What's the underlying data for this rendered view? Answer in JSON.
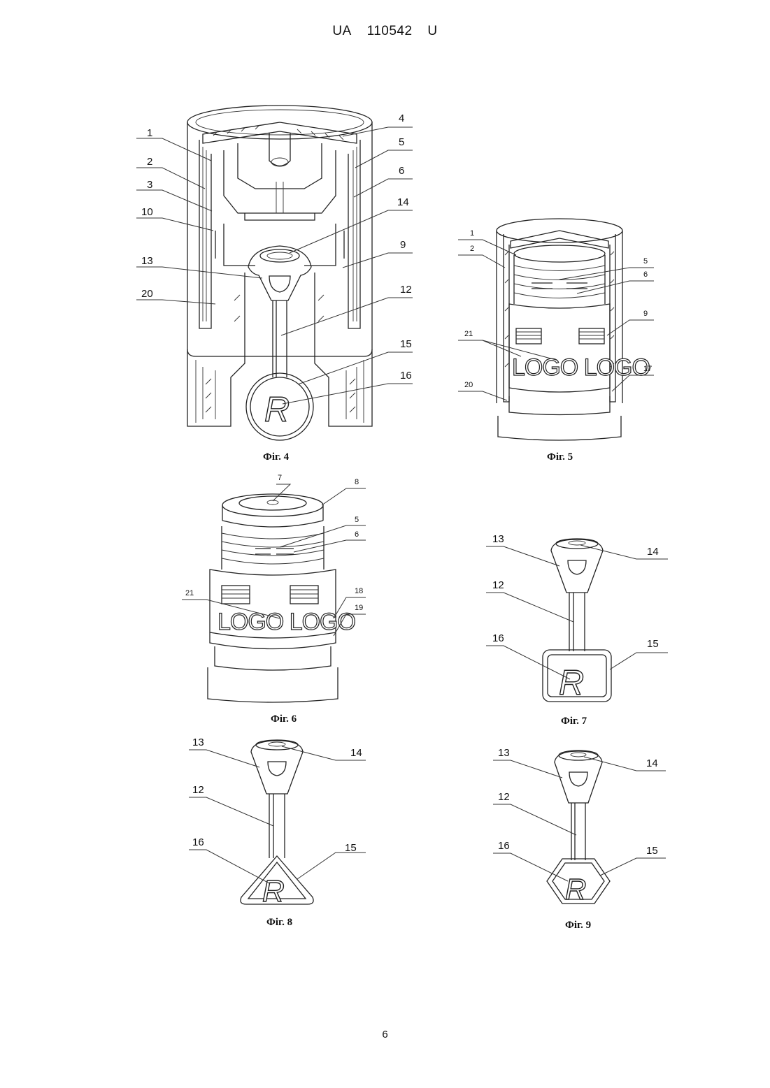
{
  "header": {
    "office": "UA",
    "number": "110542",
    "kind": "U"
  },
  "page_number": "6",
  "figures": {
    "fig4": {
      "caption": "Фiг. 4",
      "left_labels": [
        "1",
        "2",
        "3",
        "10",
        "13",
        "20"
      ],
      "right_labels": [
        "4",
        "5",
        "6",
        "14",
        "9",
        "12",
        "15",
        "16"
      ],
      "emblem": "R"
    },
    "fig5": {
      "caption": "Фiг. 5",
      "left_labels": [
        "1",
        "2",
        "21",
        "20"
      ],
      "right_labels": [
        "5",
        "6",
        "9",
        "17"
      ],
      "logo_text": "LOGO LOGO"
    },
    "fig6": {
      "caption": "Фiг. 6",
      "labels": [
        "7",
        "8",
        "5",
        "6",
        "21",
        "18",
        "19"
      ],
      "logo_text": "LOGO LOGO"
    },
    "fig7": {
      "caption": "Фiг. 7",
      "labels": [
        "13",
        "14",
        "12",
        "16",
        "15"
      ],
      "emblem": "R"
    },
    "fig8": {
      "caption": "Фiг. 8",
      "labels": [
        "13",
        "14",
        "12",
        "16",
        "15"
      ],
      "emblem": "R"
    },
    "fig9": {
      "caption": "Фiг. 9",
      "labels": [
        "13",
        "14",
        "12",
        "16",
        "15"
      ],
      "emblem": "R"
    }
  }
}
